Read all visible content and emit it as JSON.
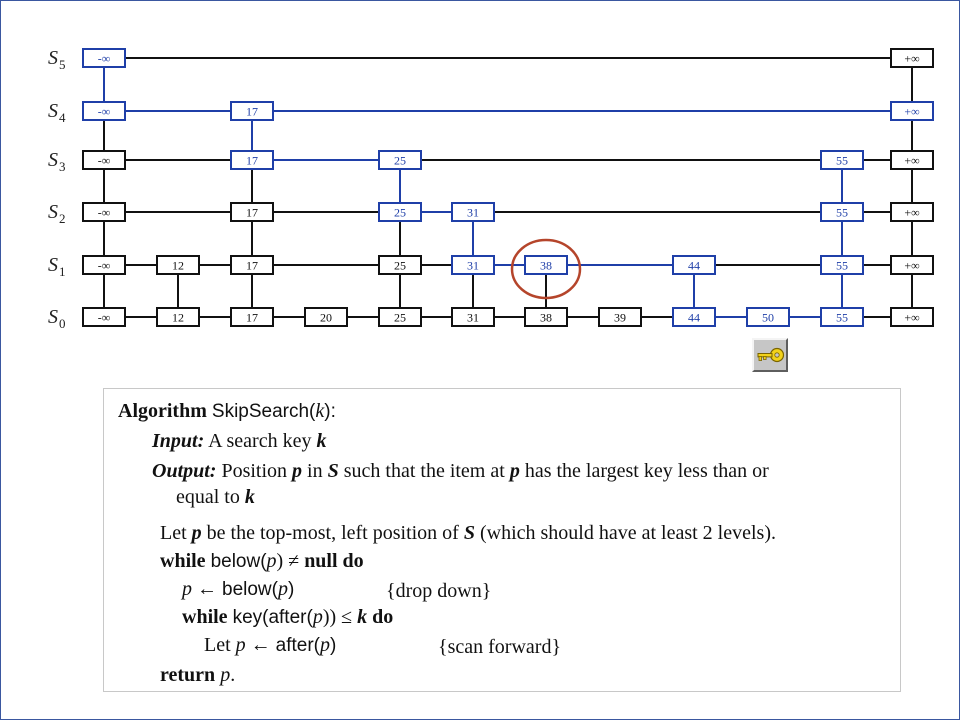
{
  "skiplist": {
    "levels": [
      {
        "name": "S",
        "sub": "5",
        "highlight": false,
        "keys": [
          "-∞",
          "+∞"
        ]
      },
      {
        "name": "S",
        "sub": "4",
        "highlight": true,
        "keys": [
          "-∞",
          "17",
          "+∞"
        ]
      },
      {
        "name": "S",
        "sub": "3",
        "highlight": false,
        "keys": [
          "-∞",
          "17",
          "25",
          "55",
          "+∞"
        ]
      },
      {
        "name": "S",
        "sub": "2",
        "highlight": false,
        "keys": [
          "-∞",
          "17",
          "25",
          "31",
          "55",
          "+∞"
        ]
      },
      {
        "name": "S",
        "sub": "1",
        "highlight": false,
        "keys": [
          "-∞",
          "12",
          "17",
          "25",
          "31",
          "38",
          "44",
          "55",
          "+∞"
        ]
      },
      {
        "name": "S",
        "sub": "0",
        "highlight": false,
        "keys": [
          "-∞",
          "12",
          "17",
          "20",
          "25",
          "31",
          "38",
          "39",
          "44",
          "50",
          "55",
          "+∞"
        ]
      }
    ],
    "search_path": [
      {
        "level": 5,
        "key": "-∞"
      },
      {
        "level": 4,
        "key": "-∞"
      },
      {
        "level": 4,
        "key": "17"
      },
      {
        "level": 3,
        "key": "17"
      },
      {
        "level": 3,
        "key": "25"
      },
      {
        "level": 2,
        "key": "25"
      },
      {
        "level": 2,
        "key": "31"
      },
      {
        "level": 1,
        "key": "31"
      },
      {
        "level": 1,
        "key": "38"
      }
    ],
    "scan_path": [
      {
        "level": 1,
        "key": "38"
      },
      {
        "level": 1,
        "key": "44"
      },
      {
        "level": 0,
        "key": "44"
      },
      {
        "level": 0,
        "key": "50"
      },
      {
        "level": 0,
        "key": "55"
      },
      {
        "level": 1,
        "key": "55"
      },
      {
        "level": 2,
        "key": "55"
      },
      {
        "level": 3,
        "key": "55"
      }
    ],
    "circled": {
      "level": 1,
      "key": "38"
    },
    "colors": {
      "black": "#111111",
      "blue": "#1f3fa8",
      "circle": "#b5452b"
    }
  },
  "key_button": {
    "icon": "key-icon"
  },
  "algorithm": {
    "title_kw": "Algorithm",
    "title_name": "SkipSearch(",
    "title_arg": "k",
    "title_end": "):",
    "input_label": "Input:",
    "input_text": "A search key ",
    "input_var": "k",
    "output_label": "Output:",
    "output_text_1": "Position ",
    "output_p": "p",
    "output_text_2": " in ",
    "output_S": "S",
    "output_text_3": " such that the item at ",
    "output_p2": "p",
    "output_text_4": " has the largest key less than or",
    "output_line2": "equal to ",
    "output_k": "k",
    "let_1": "Let ",
    "let_p": "p",
    "let_2": " be the top-most, left position of ",
    "let_S": "S",
    "let_3": " (which should have at least 2 levels).",
    "while_kw": "while",
    "while_cond": "below(",
    "while_p": "p",
    "while_cond_end": ") ≠ ",
    "null_kw": "null",
    "do_kw": "do",
    "assign_p": "p",
    "assign_arrow": " ← ",
    "assign_fn": "below(",
    "assign_p2": "p",
    "assign_end": ")",
    "drop_comment": "{drop down}",
    "while2_kw": "while",
    "while2_fn": "key(after(",
    "while2_p": "p",
    "while2_end": ")) ≤ ",
    "while2_k": "k",
    "do2_kw": "do",
    "let2_1": "Let ",
    "let2_p": "p",
    "let2_arrow": " ← ",
    "let2_fn": "after(",
    "let2_p2": "p",
    "let2_end": ")",
    "scan_comment": "{scan forward}",
    "return_kw": "return",
    "return_p": "p",
    "return_end": "."
  }
}
